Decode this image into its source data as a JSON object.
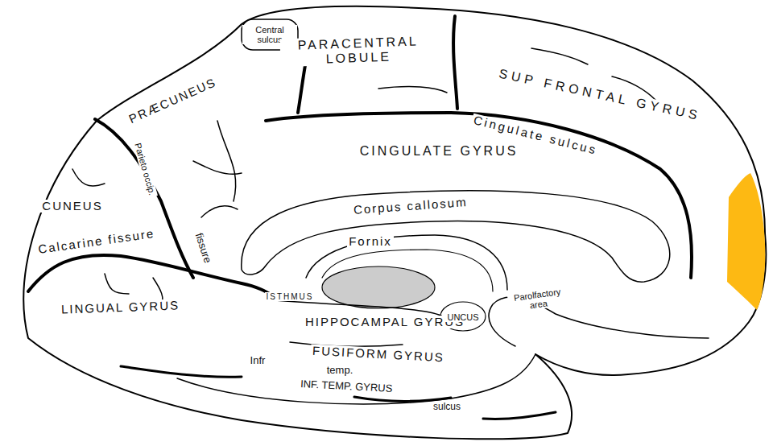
{
  "diagram": {
    "labels": [
      "Central sulcus",
      "PARACENTRAL LOBULE",
      "SUP FRONTAL GYRUS",
      "PRÆCUNEUS",
      "Cingulate sulcus",
      "CINGULATE GYRUS",
      "Parieto occip.",
      "fissure",
      "CUNEUS",
      "Corpus callosum",
      "Fornix",
      "Calcarine fissure",
      "LINGUAL GYRUS",
      "ISTHMUS",
      "HIPPOCAMPAL GYRUS",
      "UNCUS",
      "Parolfactory area",
      "FUSIFORM GYRUS",
      "Infr",
      "temp.",
      "sulcus",
      "INF. TEMP. GYRUS"
    ]
  }
}
